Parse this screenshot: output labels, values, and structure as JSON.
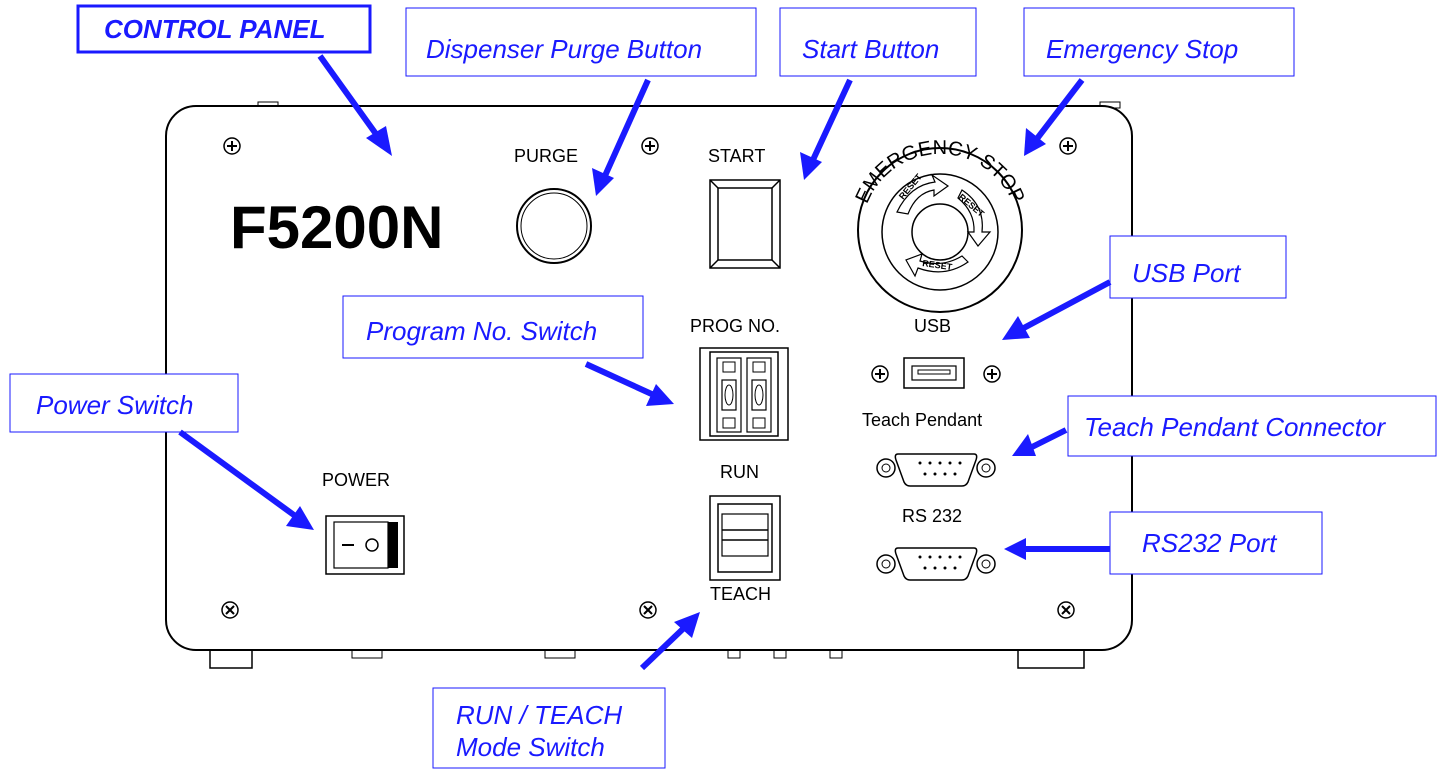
{
  "panel": {
    "model": "F5200N",
    "labels": {
      "purge": "PURGE",
      "start": "START",
      "prog_no": "PROG NO.",
      "usb": "USB",
      "teach_pendant": "Teach Pendant",
      "rs232": "RS 232",
      "run": "RUN",
      "teach": "TEACH",
      "power": "POWER"
    },
    "emergency_stop": {
      "text": "EMERGENCY STOP",
      "reset": "RESET"
    }
  },
  "callouts": {
    "control_panel": "CONTROL PANEL",
    "dispenser_purge": "Dispenser Purge Button",
    "start_button": "Start Button",
    "emergency_stop": "Emergency Stop",
    "usb_port": "USB Port",
    "program_no_switch": "Program No. Switch",
    "power_switch": "Power Switch",
    "teach_pendant_connector": "Teach Pendant Connector",
    "rs232_port": "RS232 Port",
    "run_teach_line1": "RUN / TEACH",
    "run_teach_line2": "Mode Switch"
  },
  "colors": {
    "callout": "#1a1aff",
    "panel_outline": "#000000"
  }
}
